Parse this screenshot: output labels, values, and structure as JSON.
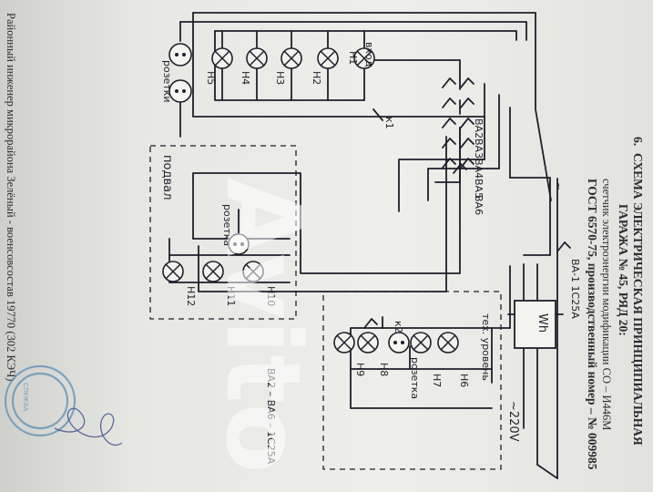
{
  "document": {
    "number": "6.",
    "title_line1": "СХЕМА ЭЛЕКТРИЧЕСКАЯ ПРИНЦИПИАЛЬНАЯ",
    "title_line2": "ГАРАЖА № 45, РЯД 20:",
    "meter_line1": "счетчик электроэнергии модификации СО – И446М",
    "meter_line2": "ГОСТ 6570-75, производственный номер – № 009985",
    "footer_line": "Районный инженер микрорайона  Зелёный - военсовсостав 19770 (302 КЭЧ)"
  },
  "labels": {
    "sockets_top": "розетки",
    "basement": "подвал",
    "socket_basement": "розетка",
    "tech_level": "тех. уровень",
    "socket_tech": "розетка",
    "input": "вход",
    "k1": "к1",
    "k2": "к2",
    "voltage": "~220V",
    "meter_symbol": "Wh",
    "breaker_main": "ВА-1 1С25А",
    "breakers_note": "ВА2 – ВА6 – 1С25А",
    "tilde": "~"
  },
  "lamps": {
    "h1": "Н1",
    "h2": "Н2",
    "h3": "Н3",
    "h4": "Н4",
    "h5": "Н5",
    "h6": "Н6",
    "h7": "Н7",
    "h8": "Н8",
    "h9": "Н9",
    "h10": "Н10",
    "h11": "Н11",
    "h12": "Н12"
  },
  "breakers": {
    "ba2": "ВА2",
    "ba3": "ВА3",
    "ba4": "ВА4",
    "ba5": "ВА5",
    "ba6": "ВА6"
  },
  "watermark": "Avito",
  "stamp_text": "СЛУЖБА"
}
